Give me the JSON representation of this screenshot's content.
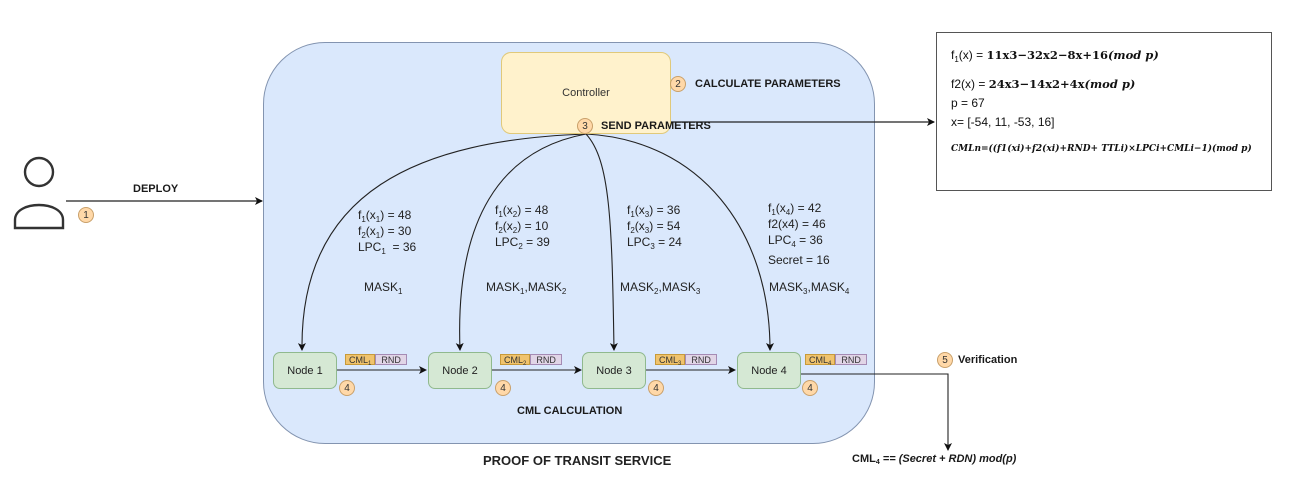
{
  "title": "PROOF OF TRANSIT SERVICE",
  "actor": {
    "icon": "user-icon",
    "step": "1",
    "action_label": "DEPLOY"
  },
  "controller": {
    "label": "Controller",
    "steps": [
      {
        "number": "2",
        "label": "CALCULATE PARAMETERS"
      },
      {
        "number": "3",
        "label": "SEND PARAMETERS"
      }
    ]
  },
  "parameters_box": {
    "f1_name": "f",
    "f1_sub": "1",
    "f1_arg": "(x) = ",
    "f1_expr": "11x3−32x2−8x+16",
    "f1_mod": "(mod p)",
    "f2_name": "f2(x) = ",
    "f2_expr": "24x3−14x2+4x",
    "f2_mod": "(mod p)",
    "p_line": "p = 67",
    "x_line": "x= [-54, 11, -53, 16]",
    "cml_formula": "CMLn=((f1(xi)+f2(xi)+RND+ TTLi)×LPCi+CMLi−1)(mod p)"
  },
  "nodes": [
    {
      "label": "Node 1",
      "step": "4",
      "cml": "CML",
      "cml_sub": "1",
      "rnd": "RND",
      "f1": "f",
      "f1_value": "48",
      "f2_value": "30",
      "lpc_value": "36",
      "masks": [
        "1"
      ]
    },
    {
      "label": "Node 2",
      "step": "4",
      "cml": "CML",
      "cml_sub": "2",
      "rnd": "RND",
      "f1_value": "48",
      "f2_value": "10",
      "lpc_value": "39",
      "masks": [
        "1",
        "2"
      ]
    },
    {
      "label": "Node 3",
      "step": "4",
      "cml": "CML",
      "cml_sub": "3",
      "rnd": "RND",
      "f1_value": "36",
      "f2_value": "54",
      "lpc_value": "24",
      "masks": [
        "2",
        "3"
      ]
    },
    {
      "label": "Node 4",
      "step": "4",
      "cml": "CML",
      "cml_sub": "4",
      "rnd": "RND",
      "f1_value": "42",
      "f2_value": "46",
      "lpc_value": "36",
      "secret_line": "Secret = 16",
      "masks": [
        "3",
        "4"
      ]
    }
  ],
  "labels": {
    "mask": "MASK",
    "lpc": "LPC",
    "cml_calculation": "CML CALCULATION"
  },
  "verification": {
    "step": "5",
    "label": "Verification",
    "lhs": "CML",
    "lhs_sub": "4",
    "rhs": " == (Secret + RDN) mod(p)"
  },
  "colors": {
    "container": "#dae8fc",
    "controller": "#fff2cc",
    "node": "#d5e8d4",
    "badge": "#ffd8a8",
    "cml_tag": "#f0c36d",
    "rnd_tag": "#e1d5e7"
  }
}
